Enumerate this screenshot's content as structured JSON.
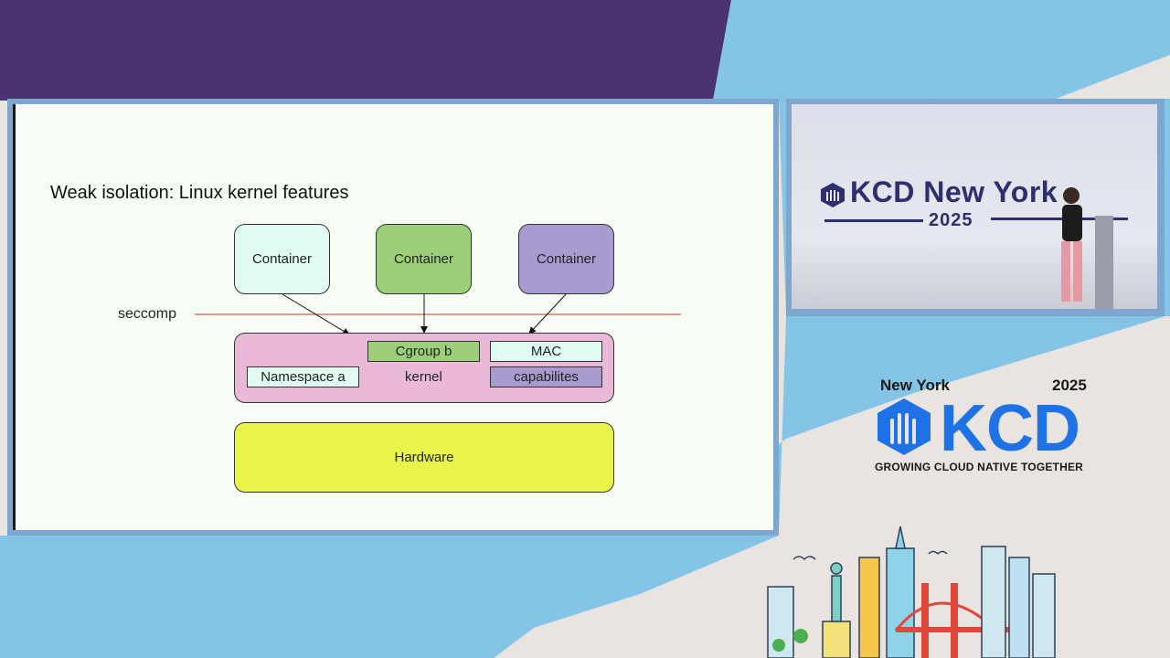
{
  "slide": {
    "title": "Weak isolation: Linux kernel features",
    "diagram": {
      "containers": [
        {
          "label": "Container",
          "fill": "#e0fbf1"
        },
        {
          "label": "Container",
          "fill": "#9ccf7a"
        },
        {
          "label": "Container",
          "fill": "#a99ad0"
        }
      ],
      "seccomp_label": "seccomp",
      "kernel": {
        "label": "kernel",
        "fill": "#eab9d8",
        "features": {
          "cgroup": "Cgroup b",
          "mac": "MAC",
          "namespace": "Namespace a",
          "capabilities": "capabilites"
        }
      },
      "hardware": {
        "label": "Hardware",
        "fill": "#eaf54a"
      }
    }
  },
  "camera": {
    "logo_text": "KCD New York",
    "year": "2025"
  },
  "brand": {
    "city": "New York",
    "year": "2025",
    "logo": "KCD",
    "tagline": "GROWING CLOUD NATIVE TOGETHER",
    "colors": {
      "accent": "#1e72e6",
      "purple": "#4a3371",
      "sky": "#84c4e7"
    }
  }
}
